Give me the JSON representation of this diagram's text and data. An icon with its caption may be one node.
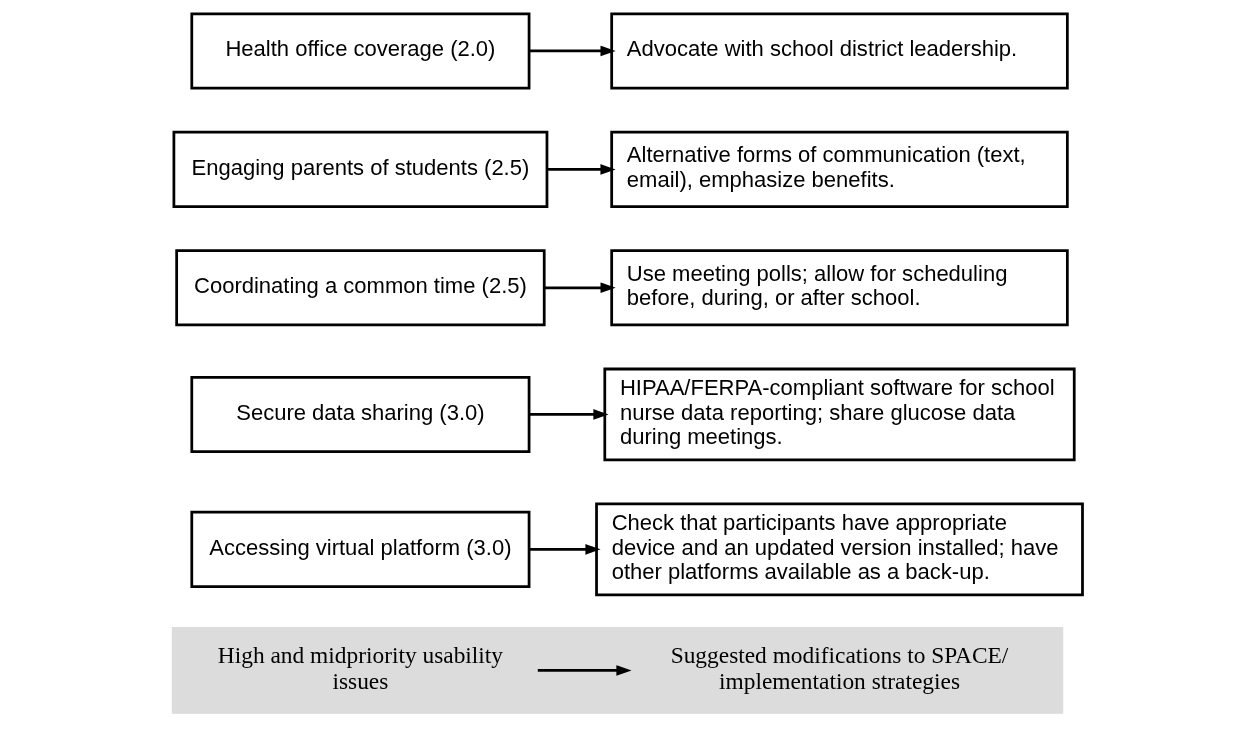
{
  "diagram": {
    "nodes": [
      {
        "text": [],
        "shape": "bar"
      },
      {
        "text": [
          "High and midpriority usability issues"
        ],
        "in": 0
      },
      {
        "text": [
          "Suggested modifications to SPACE/ implementation strategies"
        ],
        "in": 0
      },
      {
        "text": [
          "Accessing virtual platform (3.0)"
        ]
      },
      {
        "text": [
          "Check that participants have appropriate device and an updated version installed; have other platforms available as a back-up."
        ]
      },
      {
        "text": [
          "Secure data sharing (3.0)"
        ]
      },
      {
        "text": [
          "HIPAA/FERPA-compliant software for school nurse data reporting; share glucose data during meetings."
        ]
      },
      {
        "text": [
          "Coordinating a common time (2.5)"
        ]
      },
      {
        "text": [
          "Use meeting polls; allow for scheduling before, during, or after school."
        ]
      },
      {
        "text": [
          "Engaging parents of students (2.5)"
        ]
      },
      {
        "text": [
          "Alternative forms of communication (text, email), emphasize benefits."
        ]
      },
      {
        "text": [
          "Health office coverage (2.0)"
        ]
      },
      {
        "text": [
          "Advocate with school district leadership."
        ]
      }
    ],
    "edges": [
      {
        "from": 1,
        "to": 2,
        "arrow": "to"
      },
      {
        "from": 3,
        "to": 4,
        "arrow": "to"
      },
      {
        "from": 5,
        "to": 6,
        "arrow": "to"
      },
      {
        "from": 7,
        "to": 8,
        "arrow": "to"
      },
      {
        "from": 9,
        "to": 10,
        "arrow": "to"
      },
      {
        "from": 11,
        "to": 12,
        "arrow": "to"
      }
    ]
  }
}
